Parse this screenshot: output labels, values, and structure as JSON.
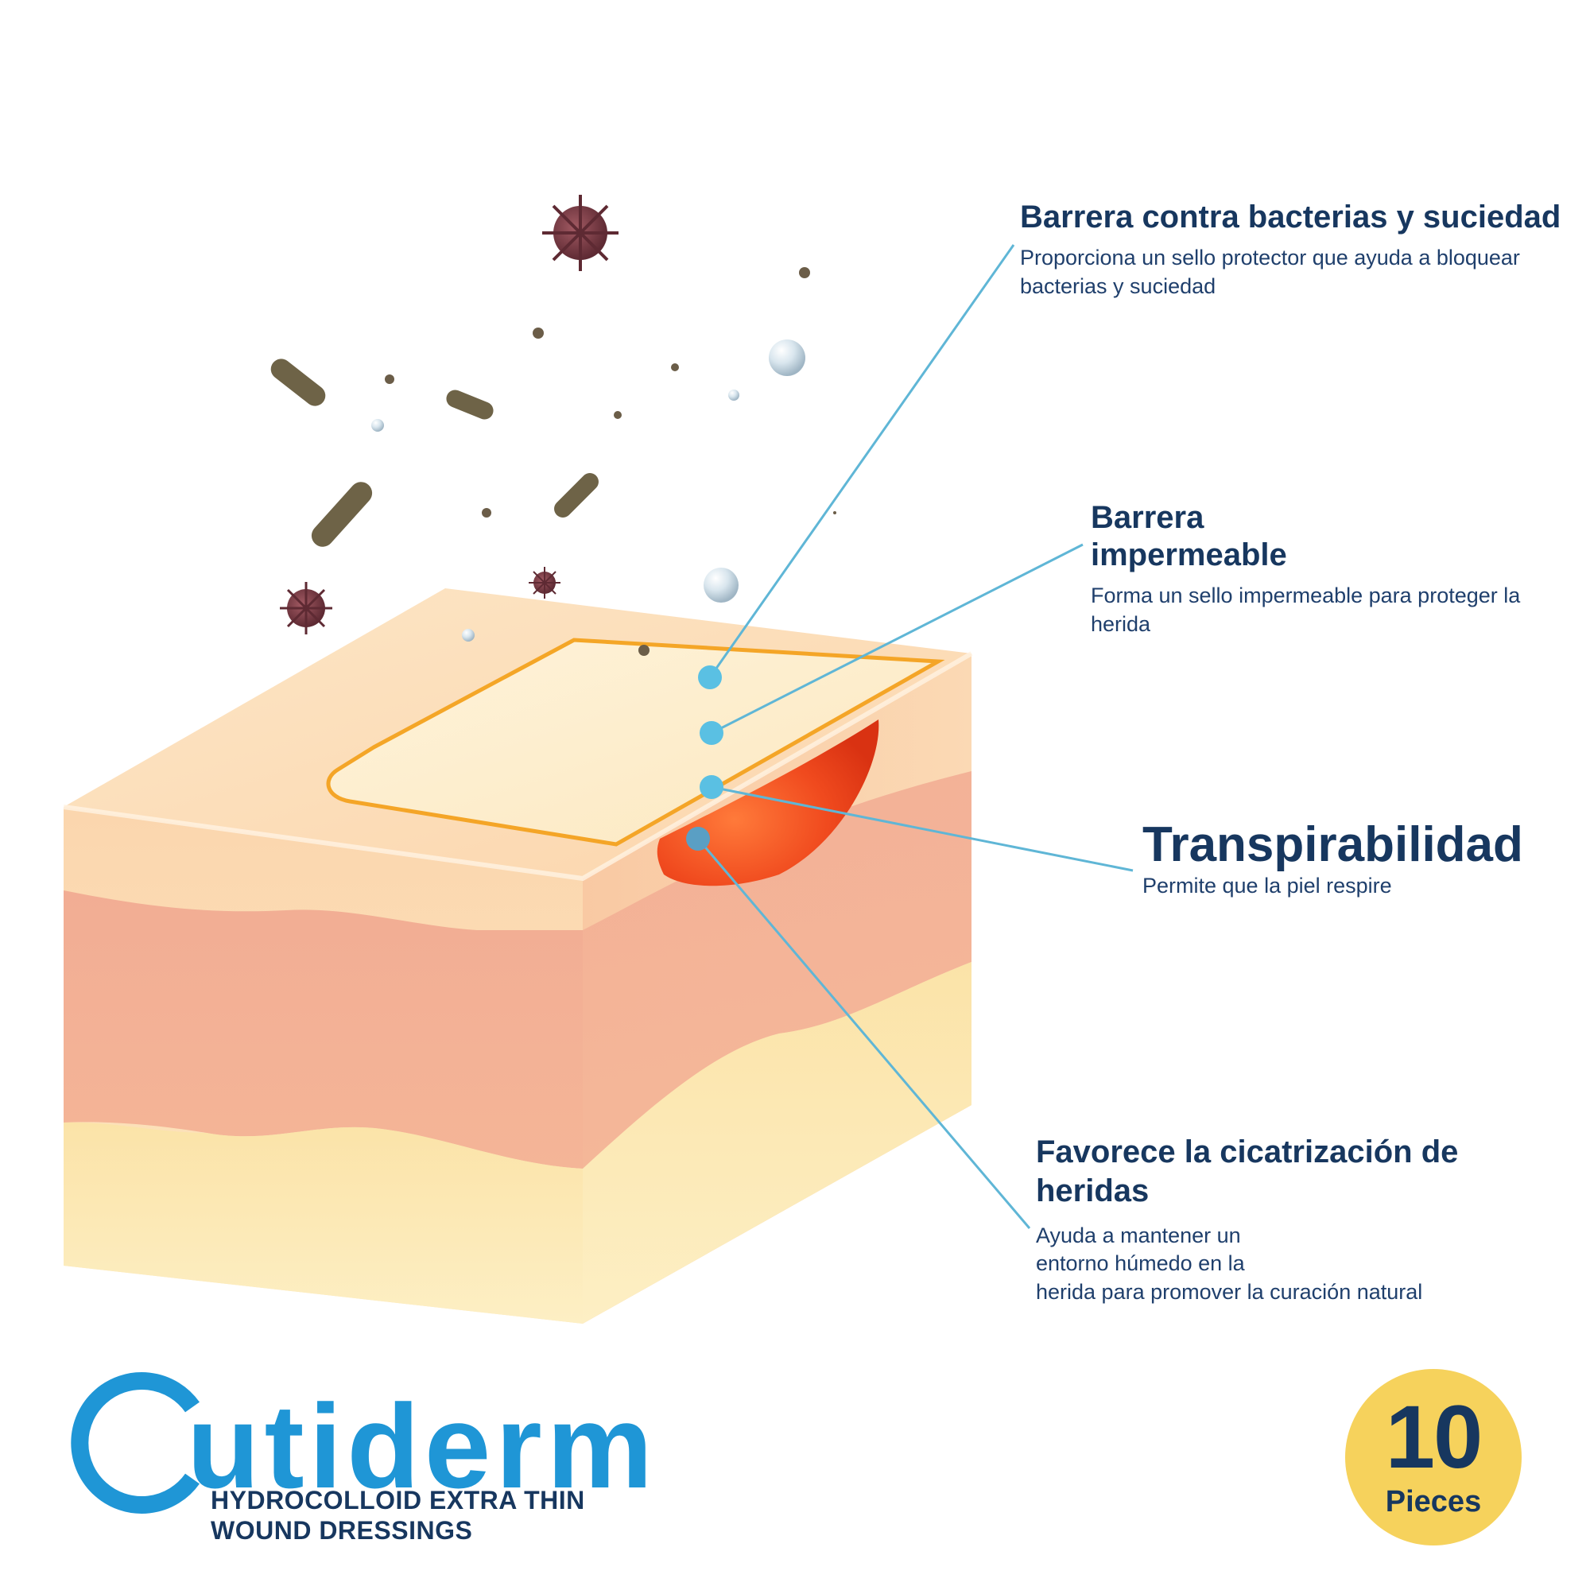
{
  "features": [
    {
      "title": "Barrera contra bacterias y suciedad",
      "lines": [
        "Proporciona un sello protector que ayuda a bloquear",
        "bacterias y suciedad"
      ]
    },
    {
      "title_lines": [
        "Barrera",
        "impermeable"
      ],
      "lines": [
        "Forma un sello impermeable para proteger la",
        "herida"
      ]
    },
    {
      "title": "Transpirabilidad",
      "lines": [
        "Permite que la piel respire"
      ]
    },
    {
      "title_lines": [
        "Favorece la cicatrización de",
        "heridas"
      ],
      "lines": [
        "Ayuda a mantener un",
        "entorno húmedo en la",
        "herida para promover la curación natural"
      ]
    }
  ],
  "brand": {
    "name": "Cutiderm",
    "logo_letter": "C",
    "wordmark": "utiderm",
    "subtitle_lines": [
      "HYDROCOLLOID EXTRA THIN",
      "WOUND DRESSINGS"
    ]
  },
  "badge": {
    "count": "10",
    "label": "Pieces"
  },
  "colors": {
    "heading": "#17375f",
    "brand_blue": "#1f96d6",
    "callout_line": "#5fb6d6",
    "badge_yellow": "#f6d25c",
    "wound_red": "#f04a1e"
  }
}
